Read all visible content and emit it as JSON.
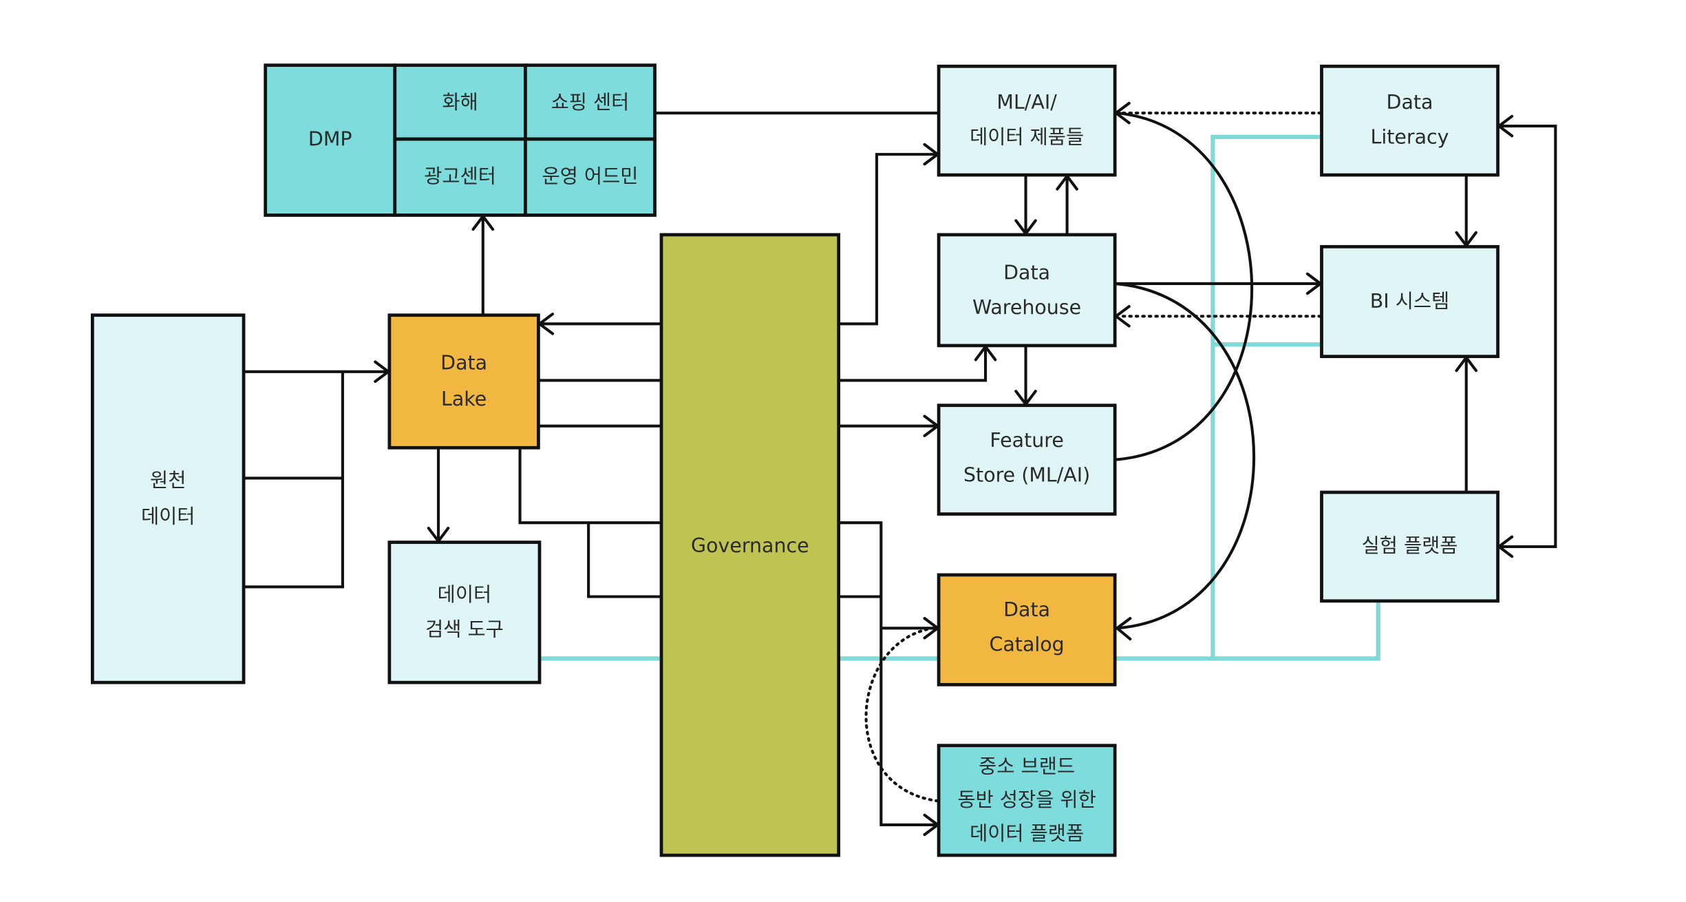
{
  "colors": {
    "light_box": "#dff5f6",
    "teal_box": "#7fdcdc",
    "orange_box": "#f1b740",
    "governance": "#bec351",
    "teal_line": "#7fdada",
    "stroke": "#111111"
  },
  "nodes": {
    "dmp": {
      "label": "DMP"
    },
    "hwahae": {
      "label": "화해"
    },
    "shopping_center": {
      "label": "쇼핑 센터"
    },
    "ad_center": {
      "label": "광고센터"
    },
    "ops_admin": {
      "label": "운영 어드민"
    },
    "ml_ai": {
      "lines": [
        "ML/AI/",
        "데이터 제품들"
      ]
    },
    "data_literacy": {
      "lines": [
        "Data",
        "Literacy"
      ]
    },
    "data_warehouse": {
      "lines": [
        "Data",
        "Warehouse"
      ]
    },
    "bi_system": {
      "label": "BI 시스템"
    },
    "governance": {
      "label": "Governance"
    },
    "source_data": {
      "lines": [
        "원천",
        "데이터"
      ]
    },
    "data_lake": {
      "lines": [
        "Data",
        "Lake"
      ]
    },
    "search_tool": {
      "lines": [
        "데이터",
        "검색 도구"
      ]
    },
    "feature_store": {
      "lines": [
        "Feature",
        "Store (ML/AI)"
      ]
    },
    "experiment_platform": {
      "label": "실험 플랫폼"
    },
    "data_catalog": {
      "lines": [
        "Data",
        "Catalog"
      ]
    },
    "sme_platform": {
      "lines": [
        "중소 브랜드",
        "동반 성장을 위한",
        "데이터 플랫폼"
      ]
    }
  },
  "edges": [
    {
      "from": "source_data",
      "to": "data_lake",
      "style": "solid"
    },
    {
      "from": "data_lake",
      "to": "dmp",
      "style": "solid"
    },
    {
      "from": "data_lake",
      "to": "search_tool",
      "style": "solid"
    },
    {
      "from": "governance",
      "to": "data_lake",
      "style": "solid"
    },
    {
      "from": "governance",
      "to": "ml_ai",
      "style": "solid"
    },
    {
      "from": "governance",
      "to": "data_warehouse",
      "style": "solid"
    },
    {
      "from": "governance",
      "to": "feature_store",
      "style": "solid"
    },
    {
      "from": "governance",
      "to": "data_catalog",
      "style": "solid"
    },
    {
      "from": "governance",
      "to": "sme_platform",
      "style": "solid"
    },
    {
      "from": "dmp",
      "to": "ml_ai",
      "style": "solid"
    },
    {
      "from": "ml_ai",
      "to": "data_warehouse",
      "style": "solid"
    },
    {
      "from": "data_warehouse",
      "to": "ml_ai",
      "style": "solid"
    },
    {
      "from": "data_warehouse",
      "to": "feature_store",
      "style": "solid"
    },
    {
      "from": "data_warehouse",
      "to": "bi_system",
      "style": "solid"
    },
    {
      "from": "data_warehouse",
      "to": "data_catalog",
      "style": "curved"
    },
    {
      "from": "feature_store",
      "to": "ml_ai",
      "style": "curved"
    },
    {
      "from": "data_literacy",
      "to": "ml_ai",
      "style": "dotted"
    },
    {
      "from": "bi_system",
      "to": "data_warehouse",
      "style": "dotted"
    },
    {
      "from": "sme_platform",
      "to": "data_catalog",
      "style": "dotted"
    },
    {
      "from": "data_literacy",
      "to": "bi_system",
      "style": "solid"
    },
    {
      "from": "experiment_platform",
      "to": "bi_system",
      "style": "solid"
    },
    {
      "from": "experiment_platform",
      "to": "data_literacy",
      "style": "bidirectional"
    },
    {
      "from": "search_tool",
      "to": "data_catalog",
      "style": "teal"
    },
    {
      "from": "data_catalog",
      "to": "data_literacy",
      "style": "teal"
    },
    {
      "from": "data_catalog",
      "to": "bi_system",
      "style": "teal"
    },
    {
      "from": "data_catalog",
      "to": "experiment_platform",
      "style": "teal"
    }
  ]
}
